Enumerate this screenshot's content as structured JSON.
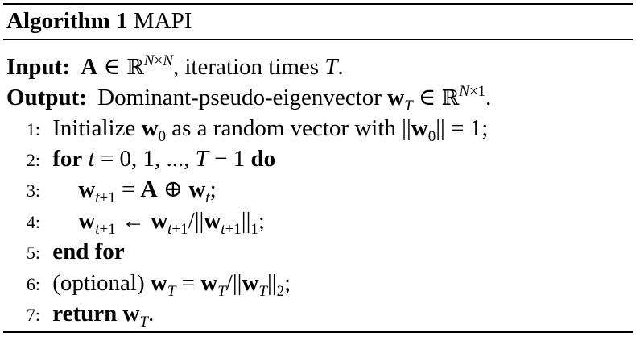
{
  "algorithm": {
    "label": "Algorithm 1",
    "name": "MAPI",
    "input_label": "Input:",
    "input_text": ", iteration times",
    "output_label": "Output:",
    "output_text": "Dominant-pseudo-eigenvector",
    "steps": [
      {
        "num": "1:",
        "text_a": "Initialize",
        "text_b": "as a random vector with"
      },
      {
        "num": "2:",
        "kw_for": "for",
        "kw_do": "do"
      },
      {
        "num": "3:"
      },
      {
        "num": "4:"
      },
      {
        "num": "5:",
        "kw": "end for"
      },
      {
        "num": "6:",
        "text": "(optional)"
      },
      {
        "num": "7:",
        "kw": "return"
      }
    ]
  }
}
